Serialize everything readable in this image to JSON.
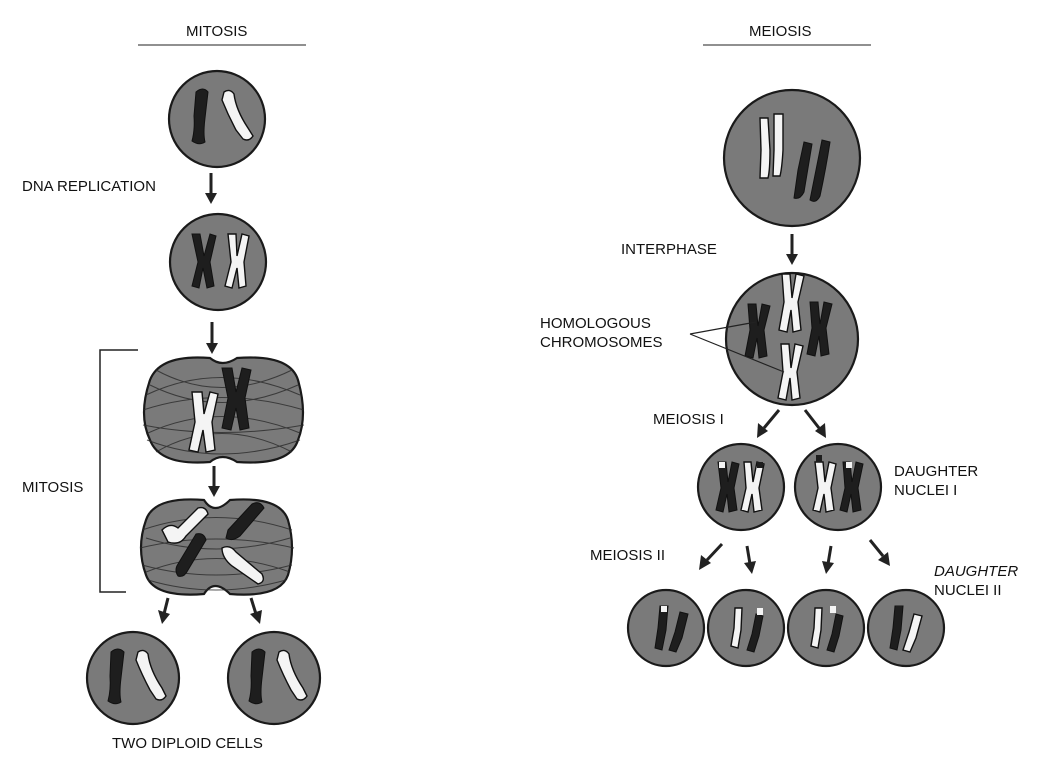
{
  "mitosis": {
    "title": "MITOSIS",
    "dna_replication_label": "DNA REPLICATION",
    "bracket_label": "MITOSIS",
    "result_label": "TWO DIPLOID CELLS"
  },
  "meiosis": {
    "title": "MEIOSIS",
    "interphase_label": "INTERPHASE",
    "homologous_label_line1": "HOMOLOGOUS",
    "homologous_label_line2": "CHROMOSOMES",
    "meiosis1_label": "MEIOSIS I",
    "meiosis2_label": "MEIOSIS II",
    "daughter1_line1": "DAUGHTER",
    "daughter1_line2": "NUCLEI I",
    "daughter2_line1": "DAUGHTER",
    "daughter2_line2": "NUCLEI II"
  },
  "colors": {
    "cell_fill": "#7a7a7a",
    "chromosome_dark": "#1e1e1e",
    "chromosome_light": "#f4f4f4"
  }
}
